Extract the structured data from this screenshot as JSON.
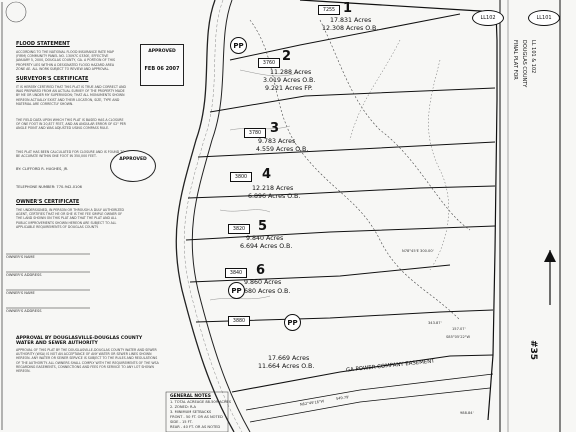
{
  "flood": {
    "heading": "FLOOD STATEMENT",
    "body": "ACCORDING TO THE NATIONAL FLOOD INSURANCE RATE MAP (FIRM) COMMUNITY PANEL NO. 13097C 0330E, EFFECTIVE JANUARY 5, 2000, DOUGLAS COUNTY, GA. A PORTION OF THIS PROPERTY LIES WITHIN A DESIGNATED FLOOD HAZARD AREA ZONE AE. ALL WORK SUBJECT TO REVIEW AND APPROVAL."
  },
  "surveyor": {
    "heading": "SURVEYOR'S CERTIFICATE",
    "body": "IT IS HEREBY CERTIFIED THAT THIS PLAT IS TRUE AND CORRECT AND WAS PREPARED FROM AN ACTUAL SURVEY OF THE PROPERTY MADE BY ME OR UNDER MY SUPERVISION; THAT ALL MONUMENTS SHOWN HEREON ACTUALLY EXIST AND THEIR LOCATION, SIZE, TYPE AND MATERIAL ARE CORRECTLY SHOWN.",
    "body2": "THE FIELD DATA UPON WHICH THIS PLAT IS BASED HAS A CLOSURE OF ONE FOOT IN 20,877 FEET, AND AN ANGULAR ERROR OF 02\" PER ANGLE POINT AND WAS ADJUSTED USING COMPASS RULE.",
    "body3": "THIS PLAT HAS BEEN CALCULATED FOR CLOSURE AND IS FOUND TO BE ACCURATE WITHIN ONE FOOT IN 350,000 FEET.",
    "name": "BY: CLIFFORD R. HUGHES, JR.",
    "phone": "TELEPHONE NUMBER: 770-942-0106"
  },
  "owner": {
    "heading": "OWNER'S CERTIFICATE",
    "body": "THE UNDERSIGNED, IN PERSON OR THROUGH A DULY AUTHORIZED AGENT, CERTIFIES THAT HE OR SHE IS THE FEE SIMPLE OWNER OF THE LAND SHOWN ON THIS PLAT AND THAT THE PLAT AND ALL PUBLIC IMPROVEMENTS SHOWN HEREON ARE SUBJECT TO ALL APPLICABLE REQUIREMENTS OF DOUGLAS COUNTY.",
    "sig1": "OWNER'S NAME",
    "sig2": "OWNER'S ADDRESS",
    "sig3": "OWNER'S NAME",
    "sig4": "OWNER'S ADDRESS"
  },
  "approval": {
    "heading": "APPROVAL BY DOUGLASVILLE-DOUGLAS COUNTY WATER AND SEWER AUTHORITY",
    "body": "APPROVAL OF THIS PLAT BY THE DOUGLASVILLE-DOUGLAS COUNTY WATER AND SEWER AUTHORITY (WSA) IS NOT AN ACCEPTANCE OF ANY WATER OR SEWER LINES SHOWN HEREON. ANY WATER OR SEWER SERVICE IS SUBJECT TO THE RULES AND REGULATIONS OF THE AUTHORITY. ALL OWNERS SHALL COMPLY WITH THE REQUIREMENTS OF THE WSA REGARDING EASEMENTS, CONNECTIONS AND FEES FOR SERVICE TO ANY LOT SHOWN HEREON."
  },
  "stamps": {
    "approved": "APPROVED",
    "date": "FEB 06 2007"
  },
  "lots": [
    {
      "num": "1",
      "acres": "17.831 Acres",
      "extra": "12.308 Acres O.B.",
      "box": "7255"
    },
    {
      "num": "2",
      "acres": "11.288 Acres",
      "extra": "3.019 Acres O.B.",
      "extra2": "9.221 Acres FP.",
      "box": "3760"
    },
    {
      "num": "3",
      "acres": "9.783 Acres",
      "extra": "4.559 Acres O.B.",
      "box": "3780"
    },
    {
      "num": "4",
      "acres": "12.218 Acres",
      "extra": "6.896 Acres O.B.",
      "box": "3800"
    },
    {
      "num": "5",
      "acres": "9.840 Acres",
      "extra": "6.694 Acres O.B.",
      "box": "3820"
    },
    {
      "num": "6",
      "acres": "9.860 Acres",
      "extra": "6.680 Acres O.B.",
      "box": "3840"
    },
    {
      "num": "",
      "acres": "17.669 Acres",
      "extra": "11.664 Acres O.B.",
      "box": "3880"
    }
  ],
  "pp_label": "PP",
  "land_lots": [
    "LL102",
    "LL101"
  ],
  "easement": "GA POWER COMPANY EASEMENT",
  "general_notes": {
    "heading": "GENERAL NOTES",
    "items": [
      "1. TOTAL ACREAGE 88.509 ACRES",
      "2. ZONED: R-A",
      "3. MINIMUM SETBACKS",
      "   FRONT - 50 FT. OR AS NOTED",
      "   SIDE - 15 FT.",
      "   REAR - 40 FT. OR AS NOTED"
    ]
  },
  "bearings": {
    "b1": "N78°45'E 300.00'",
    "b2": "343.87'",
    "b3": "157.07'",
    "b4": "S85°05'22\"W",
    "b5": "988.84'",
    "b6": "N62°49'16\"W",
    "b7": "549.79'"
  },
  "right_strip": {
    "line1": "FINAL PLAT FOR",
    "line2": "DOUGLAS COUNTY",
    "line3": "LL 101 & 102",
    "sheet": "#35"
  }
}
